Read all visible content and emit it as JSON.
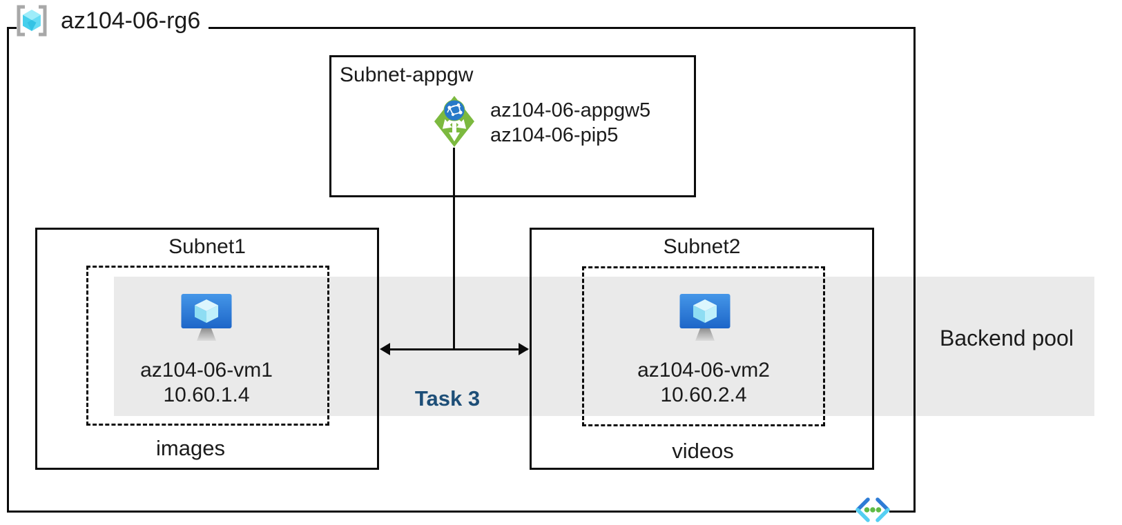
{
  "resource_group": {
    "name": "az104-06-rg6"
  },
  "appgw_subnet": {
    "title": "Subnet-appgw",
    "appgw_name": "az104-06-appgw5",
    "pip_name": "az104-06-pip5"
  },
  "subnet1": {
    "title": "Subnet1",
    "vm_name": "az104-06-vm1",
    "vm_ip": "10.60.1.4",
    "caption": "images"
  },
  "subnet2": {
    "title": "Subnet2",
    "vm_name": "az104-06-vm2",
    "vm_ip": "10.60.2.4",
    "caption": "videos"
  },
  "labels": {
    "backend_pool": "Backend pool",
    "task": "Task 3"
  },
  "icons": {
    "resource_group": "resource-group-icon",
    "application_gateway": "application-gateway-icon",
    "virtual_machine": "virtual-machine-icon",
    "virtual_network": "virtual-network-icon"
  },
  "colors": {
    "backend_pool_band": "#EAEAEA",
    "task_label_blue": "#1D4E77",
    "appgw_green": "#7CB93F",
    "appgw_globe_blue": "#2779C8",
    "vm_monitor_top": "#4596E8",
    "vm_monitor_bottom": "#1D66C8",
    "vm_cube_cyan": "#8EDDF3",
    "vnet_dark_blue": "#2E7CD6",
    "vnet_cyan": "#55CFF2",
    "vnet_dot_green": "#5FBB46",
    "rg_cube_cyan": "#45CFEC",
    "rg_bracket_gray": "#A8A8A8",
    "line_black": "#0b0b0b"
  }
}
